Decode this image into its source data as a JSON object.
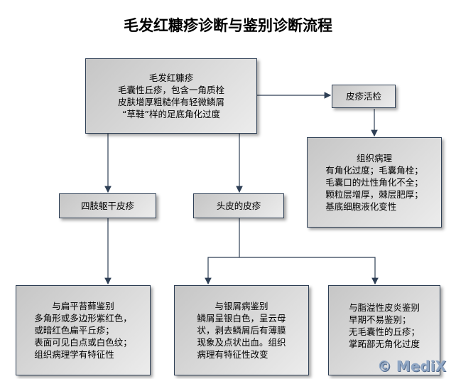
{
  "title": "毛发红糠疹诊断与鉴别诊断流程",
  "main_box": [
    "毛发红糠疹",
    "毛囊性丘疹，包含一角质栓",
    "皮肤增厚粗糙伴有轻微鳞屑",
    "“草鞋”样的足底角化过度"
  ],
  "biopsy_box": "皮疹活检",
  "histology_box": [
    "组织病理",
    "有角化过度；毛囊角栓；",
    "毛囊口的灶性角化不全；",
    "颗粒层增厚，棘层肥厚；",
    "基底细胞液化变性"
  ],
  "limbs_box": "四肢躯干皮疹",
  "scalp_box": "头皮的皮疹",
  "lichen_box": [
    "与扁平苔藓鉴别",
    "多角形或多边形紫红色，",
    "或暗红色扁平丘疹；",
    "表面可见白点或白色纹；",
    "组织病理学有特征性"
  ],
  "psoriasis_box": [
    "与银屑病鉴别",
    "鳞屑呈银白色，呈云母",
    "状，剥去鳞屑后有薄膜",
    "现象及点状出血。组织",
    "病理有特征性改变"
  ],
  "seborrheic_box": [
    "与脂溢性皮炎鉴别",
    "早期不易鉴别；",
    "无毛囊性的丘疹；",
    "掌跖部无角化过度"
  ],
  "watermark": "© MediX",
  "colors": {
    "border": "#2e3f55",
    "arrow": "#2e3f55"
  }
}
